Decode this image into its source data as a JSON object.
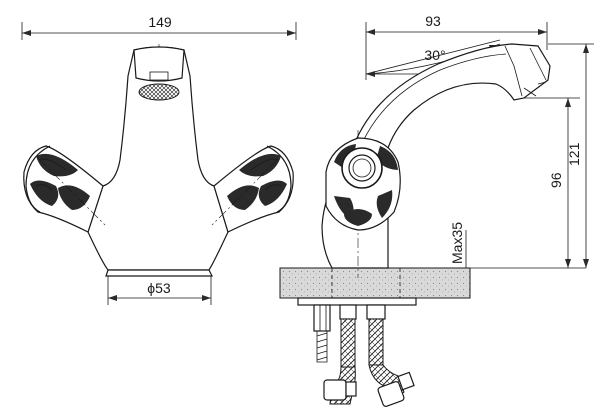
{
  "dimensions": {
    "width_total": "149",
    "base_diameter": "ϕ53",
    "spout_reach": "93",
    "spout_angle": "30°",
    "height_total": "121",
    "height_spout": "96",
    "max_mount": "Max35"
  }
}
